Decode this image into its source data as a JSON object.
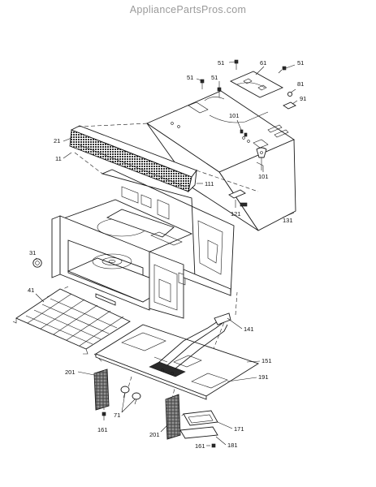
{
  "site_title": "AppliancePartsPros.com",
  "part_labels": {
    "p11": "11",
    "p21": "21",
    "p31": "31",
    "p41": "41",
    "p51a": "51",
    "p51b": "51",
    "p51c": "51",
    "p51d": "51",
    "p61": "61",
    "p71": "71",
    "p81": "81",
    "p91": "91",
    "p101a": "101",
    "p101b": "101",
    "p111": "111",
    "p121": "121",
    "p131": "131",
    "p141": "141",
    "p151": "151",
    "p161a": "161",
    "p161b": "161",
    "p171": "171",
    "p181": "181",
    "p191": "191",
    "p201a": "201",
    "p201b": "201"
  }
}
